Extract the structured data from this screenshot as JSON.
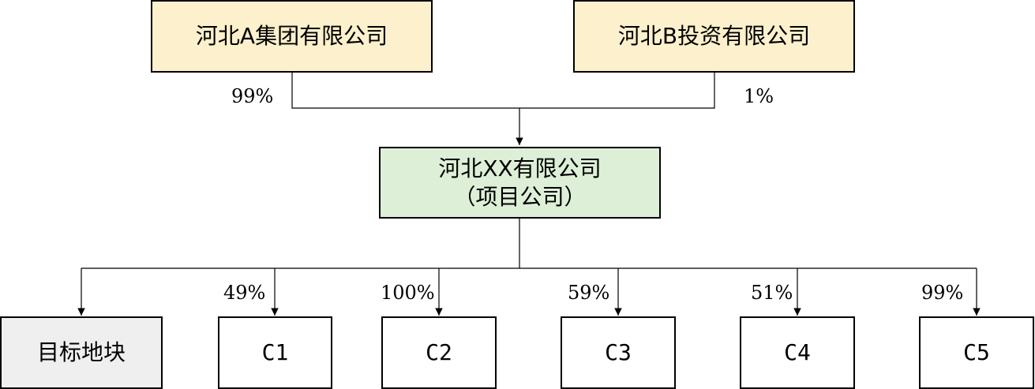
{
  "nodes": {
    "parent_a": {
      "label": "河北A集团有限公司",
      "fill": "#fdf0cc"
    },
    "parent_b": {
      "label": "河北B投资有限公司",
      "fill": "#fdf0cc"
    },
    "project": {
      "line1": "河北XX有限公司",
      "line2": "（项目公司）",
      "fill": "#deefd8"
    },
    "land": {
      "label": "目标地块",
      "fill": "#efefef"
    },
    "c1": {
      "label": "C1",
      "fill": "#ffffff"
    },
    "c2": {
      "label": "C2",
      "fill": "#ffffff"
    },
    "c3": {
      "label": "C3",
      "fill": "#ffffff"
    },
    "c4": {
      "label": "C4",
      "fill": "#ffffff"
    },
    "c5": {
      "label": "C5",
      "fill": "#ffffff"
    }
  },
  "edges": {
    "parent_a_share": "99%",
    "parent_b_share": "1%",
    "c1_share": "49%",
    "c2_share": "100%",
    "c3_share": "59%",
    "c4_share": "51%",
    "c5_share": "99%"
  }
}
